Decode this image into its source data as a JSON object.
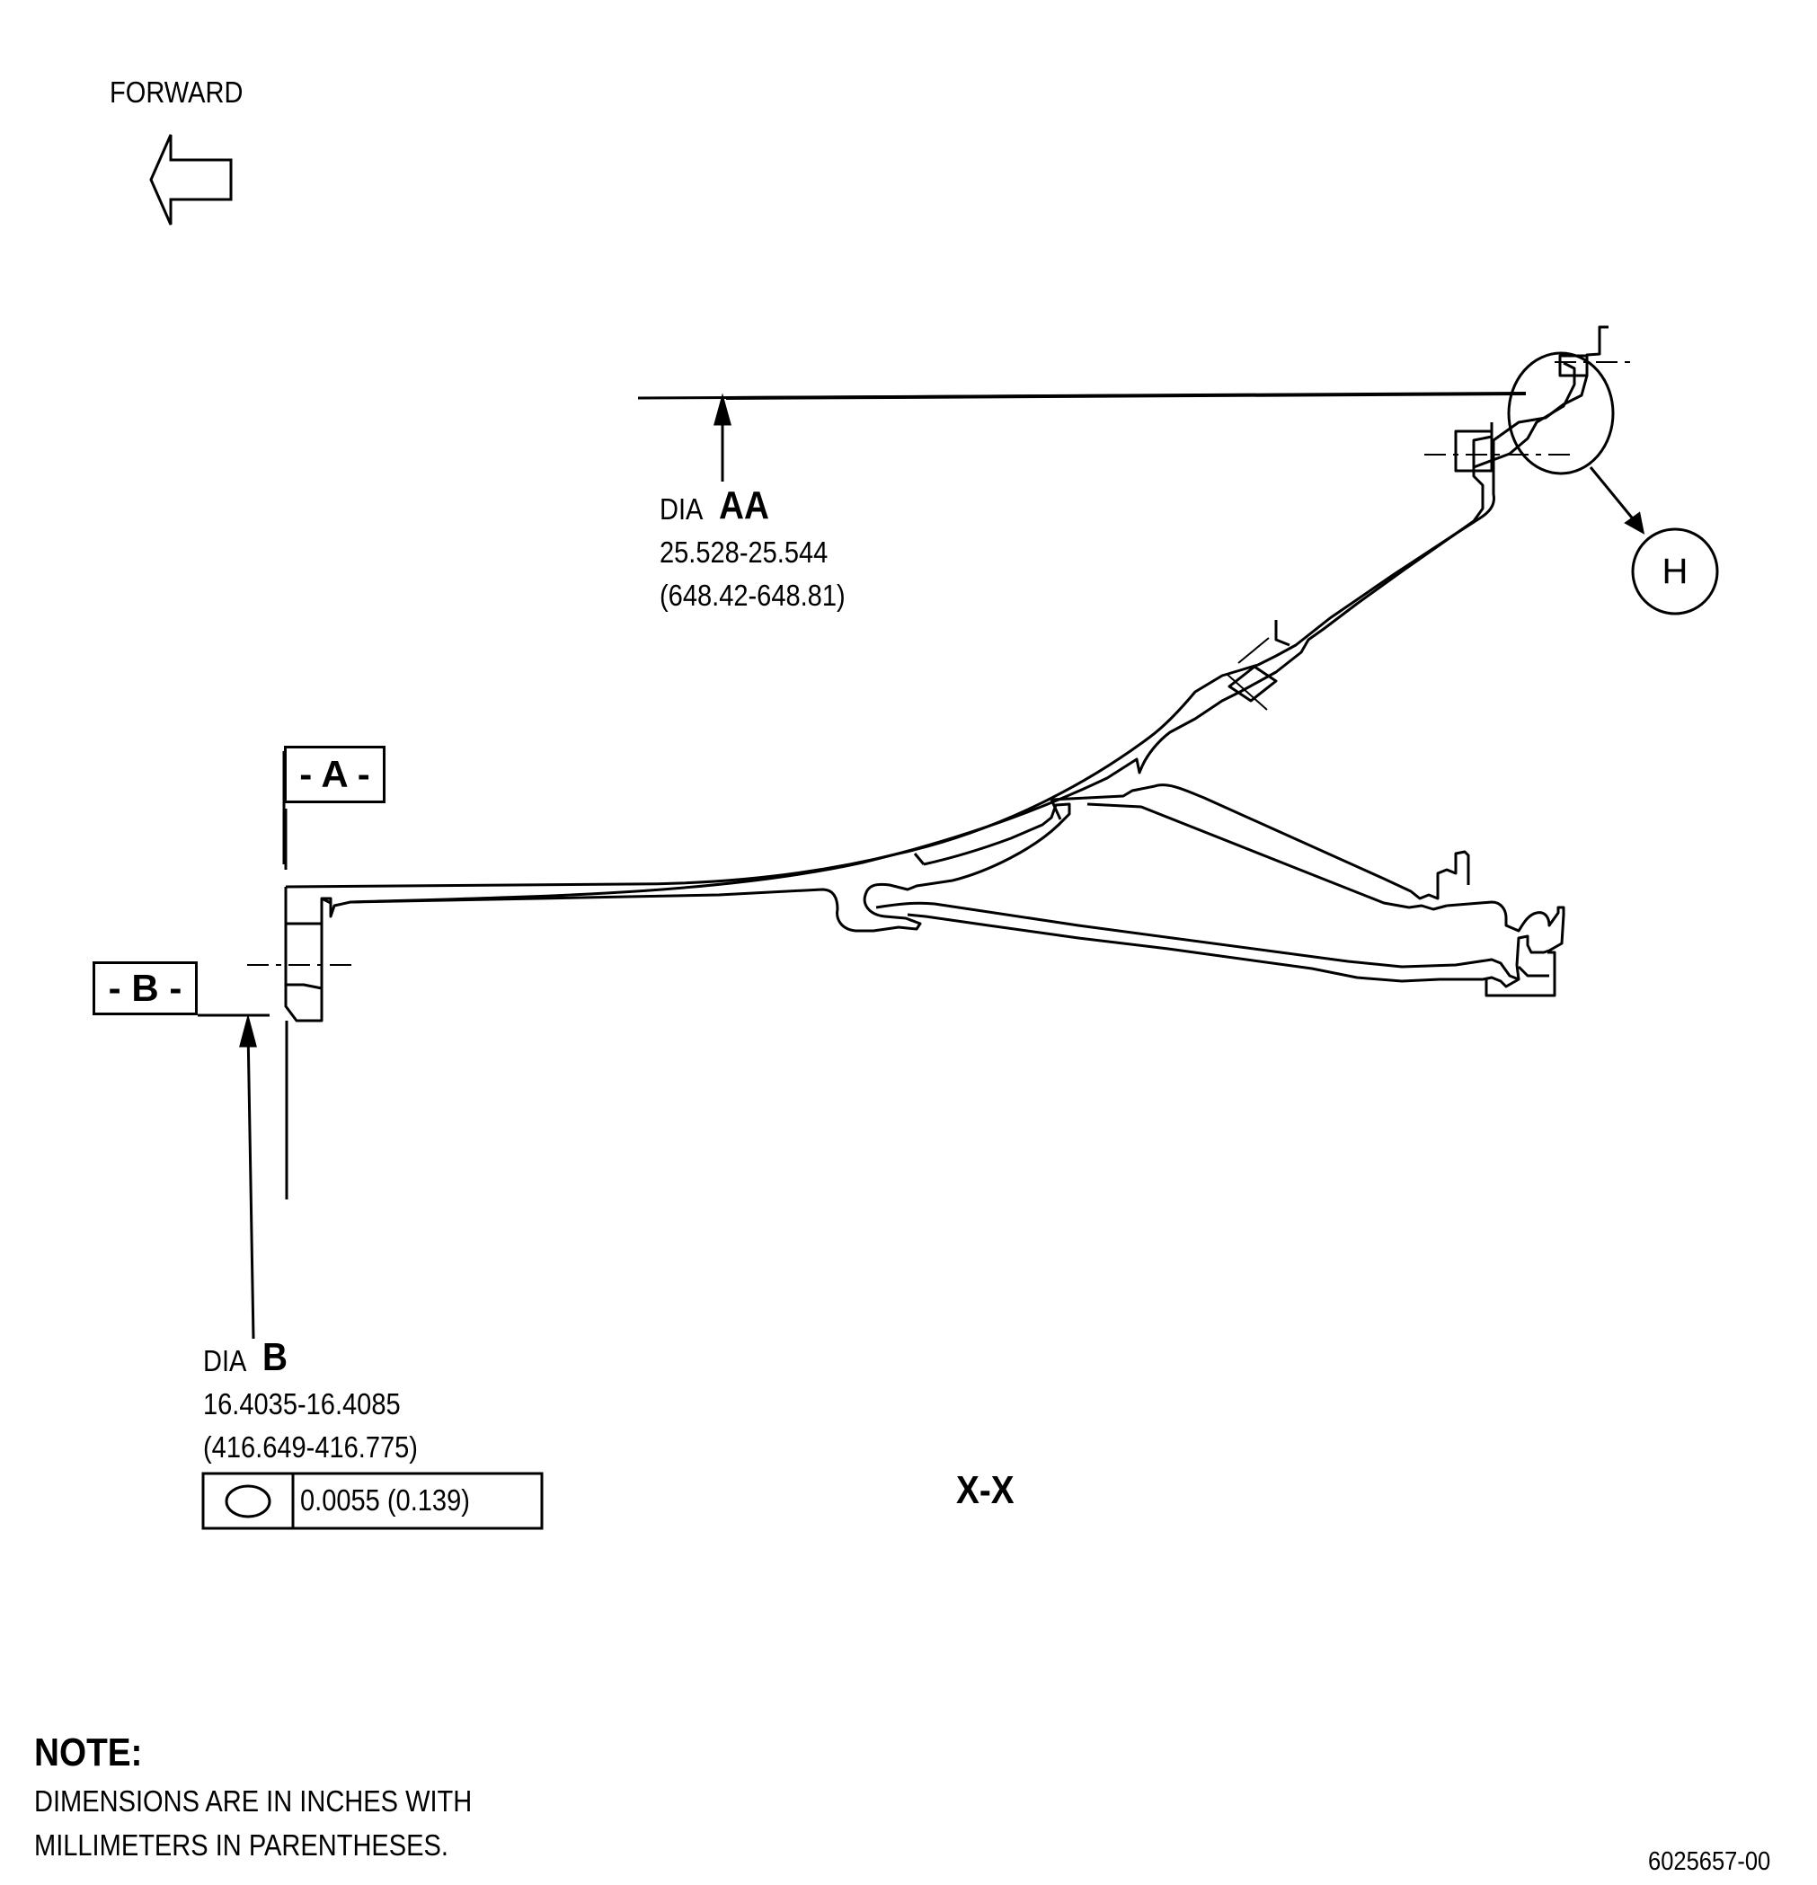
{
  "forward": {
    "label": "FORWARD"
  },
  "dim_aa": {
    "prefix": "DIA",
    "letter": "AA",
    "inches": "25.528-25.544",
    "mm": "(648.42-648.81)"
  },
  "dim_b": {
    "prefix": "DIA",
    "letter": "B",
    "inches": "16.4035-16.4085",
    "mm": "(416.649-416.775)",
    "tolerance_value": "0.0055 (0.139)",
    "tolerance_symbol": "circularity-icon"
  },
  "datum_a": {
    "label": "- A -"
  },
  "datum_b": {
    "label": "- B -"
  },
  "detail_callout": {
    "label": "H"
  },
  "section": {
    "label": "X-X"
  },
  "note": {
    "heading": "NOTE:",
    "line1": "DIMENSIONS ARE IN INCHES WITH",
    "line2": "MILLIMETERS IN PARENTHESES."
  },
  "figure_id": "6025657-00"
}
